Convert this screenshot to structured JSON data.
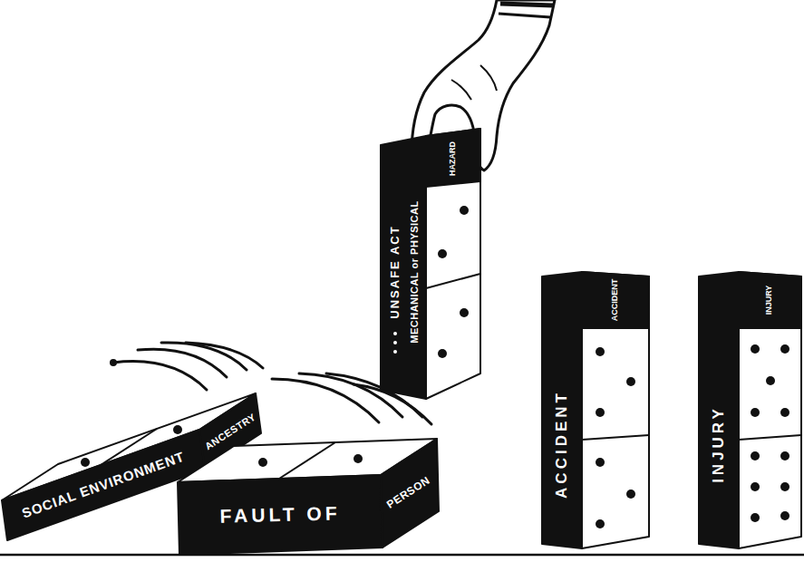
{
  "diagram": {
    "nodes": [
      {
        "text": [
          "SOCIAL ENVIRONMENT",
          "ANCESTRY"
        ]
      },
      {
        "text": [
          "FAULT OF",
          "PERSON"
        ]
      },
      {
        "text": [
          "UNSAFE ACT",
          "MECHANICAL or PHYSICAL",
          "HAZARD"
        ]
      },
      {
        "text": [
          "ACCIDENT",
          "ACCIDENT"
        ]
      },
      {
        "text": [
          "INJURY",
          "INJURY"
        ]
      }
    ]
  }
}
